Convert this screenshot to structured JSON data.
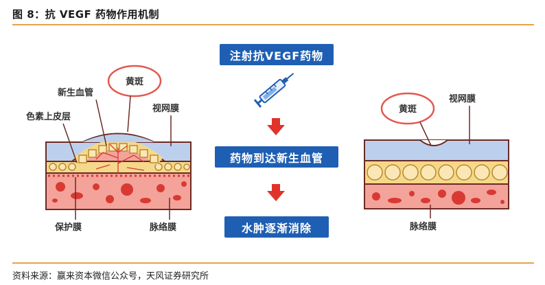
{
  "figure": {
    "title": "图 8：抗 VEGF 药物作用机制",
    "source": "资料来源：嬴来资本微信公众号，天风证券研究所"
  },
  "steps": [
    "注射抗VEGF药物",
    "药物到达新生血管",
    "水肿逐渐消除"
  ],
  "left_eye": {
    "labels": {
      "macula": "黄斑",
      "neovessel": "新生血管",
      "rpe": "色素上皮层",
      "retina": "视网膜",
      "bruch": "保护膜",
      "choroid": "脉络膜"
    }
  },
  "right_eye": {
    "labels": {
      "macula": "黄斑",
      "retina": "视网膜",
      "choroid": "脉络膜"
    }
  },
  "colors": {
    "step_bg": "#1f5fb3",
    "arrow": "#e0332c",
    "retina": "#bcd0ee",
    "rpe": "#f6d88b",
    "choroid": "#f3a39a",
    "choroid_spot": "#d83a33",
    "macula_ring": "#e2584f",
    "rule": "#e8a24a"
  },
  "icons": [
    "syringe-icon",
    "down-arrow-icon"
  ]
}
